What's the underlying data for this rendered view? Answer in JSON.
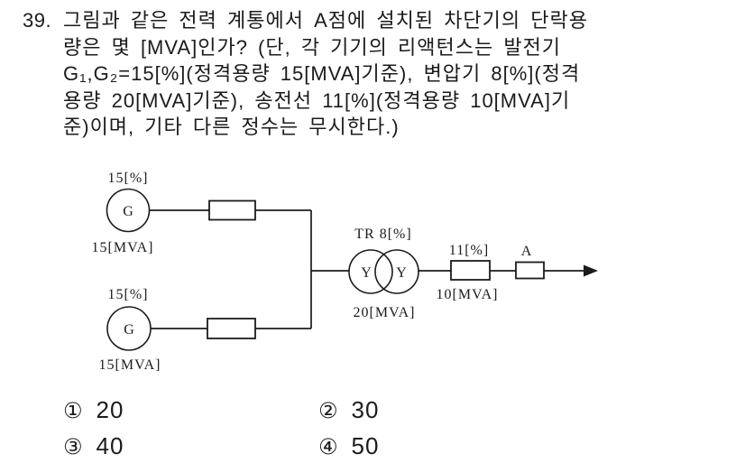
{
  "question": {
    "number": "39.",
    "lines": [
      "그림과 같은 전력 계통에서 A점에 설치된 차단기의 단락용",
      "량은 몇 [MVA]인가? (단, 각 기기의 리액턴스는 발전기",
      "G₁,G₂=15[%](정격용량 15[MVA]기준), 변압기 8[%](정격",
      "용량 20[MVA]기준), 송전선 11[%](정격용량 10[MVA]기",
      "준)이며, 기타 다른 정수는 무시한다.)"
    ]
  },
  "diagram": {
    "generator_top": {
      "symbol": "G",
      "reactance_label": "15[%]",
      "capacity_label": "15[MVA]"
    },
    "generator_bottom": {
      "symbol": "G",
      "reactance_label": "15[%]",
      "capacity_label": "15[MVA]"
    },
    "transformer": {
      "name_label": "TR 8[%]",
      "winding_left": "Y",
      "winding_right": "Y",
      "capacity_label": "20[MVA]"
    },
    "transmission_line": {
      "reactance_label": "11[%]",
      "capacity_label": "10[MVA]"
    },
    "point_a": {
      "label": "A"
    }
  },
  "choices": [
    {
      "marker": "①",
      "value": "20"
    },
    {
      "marker": "②",
      "value": "30"
    },
    {
      "marker": "③",
      "value": "40"
    },
    {
      "marker": "④",
      "value": "50"
    }
  ],
  "colors": {
    "ink": "#1b1b1b",
    "background": "#ffffff"
  }
}
